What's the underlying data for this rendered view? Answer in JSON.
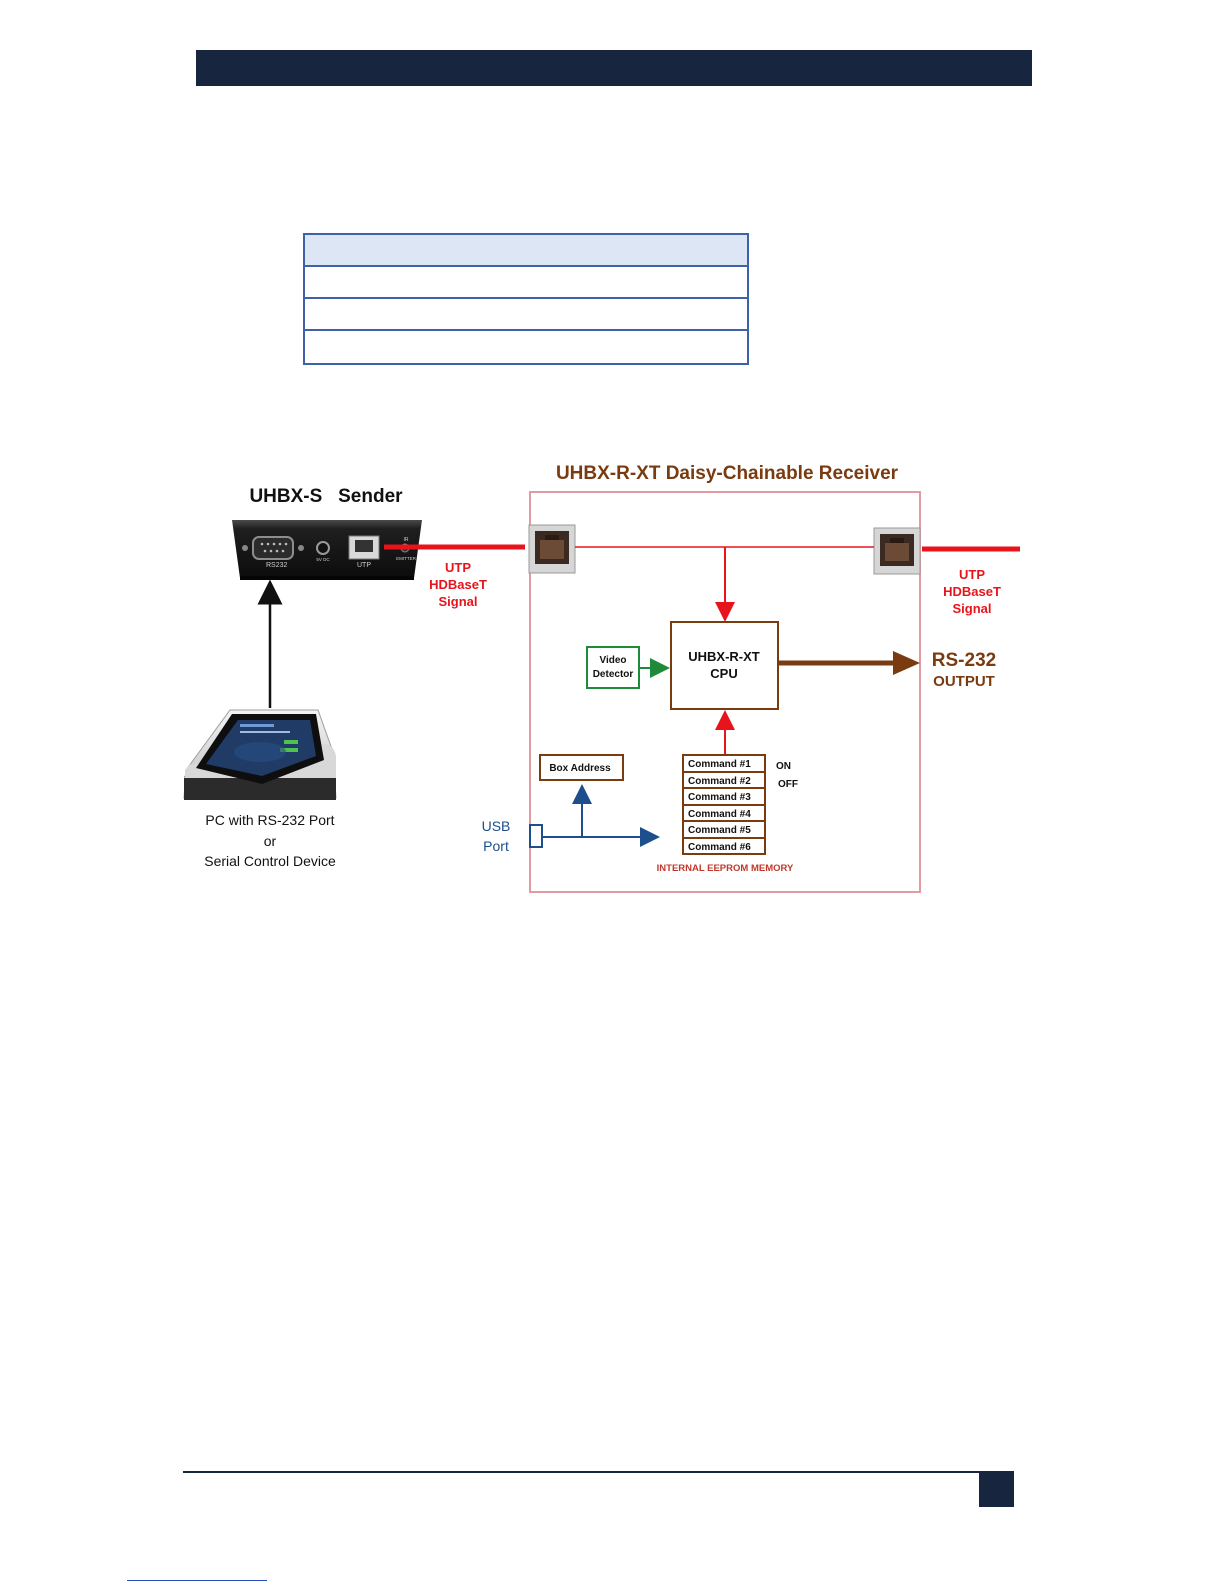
{
  "diagram": {
    "sender_title": "UHBX-S   Sender",
    "receiver_title": "UHBX-R-XT Daisy-Chainable Receiver",
    "sender_ports": {
      "rs232": "RS232",
      "power": "5V DC",
      "utp": "UTP",
      "ir": "IR",
      "emitter": "EMITTER"
    },
    "utp_signal_left": [
      "UTP",
      "HDBaseT",
      "Signal"
    ],
    "utp_signal_right": [
      "UTP",
      "HDBaseT",
      "Signal"
    ],
    "video_detector": [
      "Video",
      "Detector"
    ],
    "cpu": [
      "UHBX-R-XT",
      "CPU"
    ],
    "rs232_output": [
      "RS-232",
      "OUTPUT"
    ],
    "box_address": "Box Address",
    "usb_port": [
      "USB",
      "Port"
    ],
    "commands": [
      "Command #1",
      "Command #2",
      "Command #3",
      "Command #4",
      "Command #5",
      "Command #6"
    ],
    "on_label": "ON",
    "off_label": "OFF",
    "eeprom_label": "INTERNAL EEPROM MEMORY",
    "pc_caption": [
      "PC with RS-232 Port",
      "or",
      "Serial Control Device"
    ]
  },
  "colors": {
    "header": "#17253f",
    "table_border": "#3d62a7",
    "table_head": "#dce6f4",
    "signal_red": "#e8141b",
    "brown": "#7a3b10",
    "usb_blue": "#1c4f8c",
    "detector_green": "#1f8a3a"
  }
}
